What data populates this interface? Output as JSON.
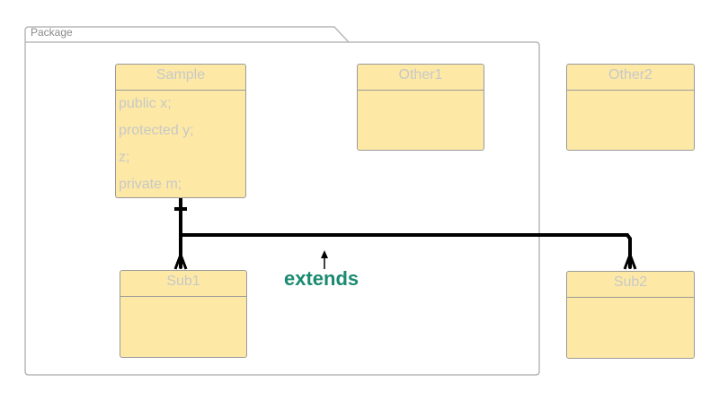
{
  "package": {
    "label": "Package"
  },
  "classes": {
    "sample": {
      "name": "Sample",
      "attributes": [
        "public x;",
        "protected y;",
        "z;",
        "private m;"
      ]
    },
    "other1": {
      "name": "Other1"
    },
    "other2": {
      "name": "Other2"
    },
    "sub1": {
      "name": "Sub1"
    },
    "sub2": {
      "name": "Sub2"
    }
  },
  "relation": {
    "label": "extends",
    "color": "#1a8a70"
  },
  "colors": {
    "class_fill": "#fde9a5",
    "class_border": "#9a9a9a",
    "text_muted": "#c8c8c8",
    "line": "#000000"
  }
}
